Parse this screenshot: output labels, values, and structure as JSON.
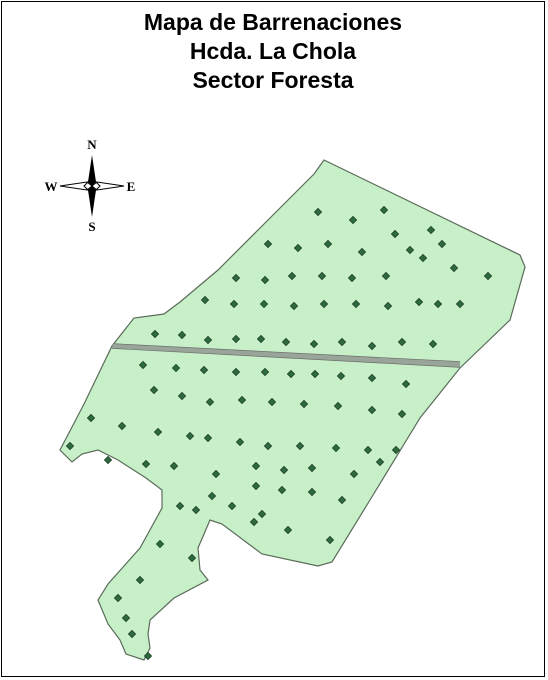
{
  "map": {
    "title_lines": [
      "Mapa de Barrenaciones",
      "Hcda. La Chola",
      "Sector Foresta"
    ],
    "compass": {
      "north": "N",
      "south": "S",
      "east": "E",
      "west": "W"
    },
    "colors": {
      "parcel_fill": "#c8f0c8",
      "parcel_stroke": "#5a6b5a",
      "point_fill": "#2d6b3f",
      "point_stroke": "#0d2a15",
      "road": "#6e6e6e"
    }
  }
}
